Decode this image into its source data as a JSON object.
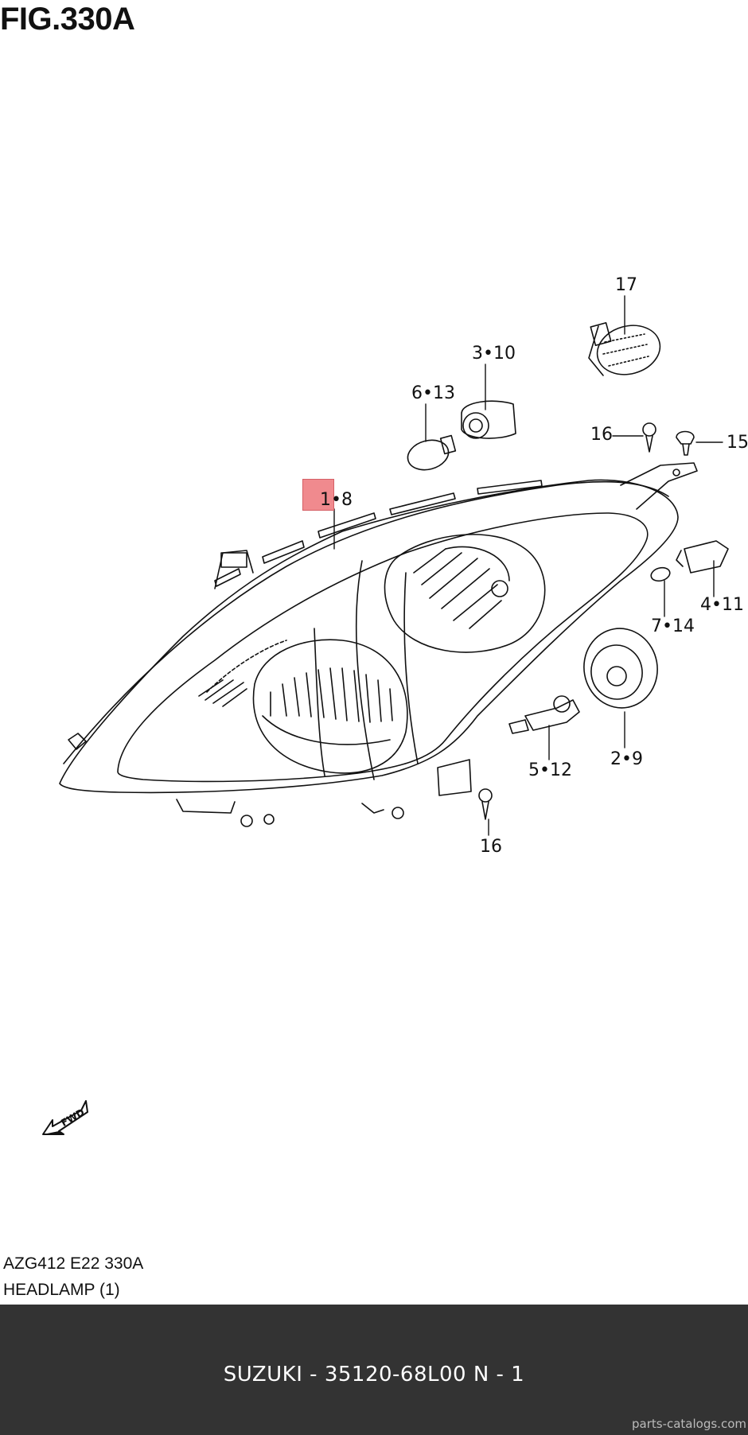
{
  "figure": {
    "title": "FIG.330A",
    "code": "AZG412 E22 330A",
    "name": "HEADLAMP (1)"
  },
  "callouts": [
    {
      "id": "17",
      "label": "17"
    },
    {
      "id": "3-10",
      "label": "3•10"
    },
    {
      "id": "6-13",
      "label": "6•13"
    },
    {
      "id": "16a",
      "label": "16"
    },
    {
      "id": "15",
      "label": "15"
    },
    {
      "id": "1-8",
      "label": "1•8"
    },
    {
      "id": "4-11",
      "label": "4•11"
    },
    {
      "id": "7-14",
      "label": "7•14"
    },
    {
      "id": "2-9",
      "label": "2•9"
    },
    {
      "id": "5-12",
      "label": "5•12"
    },
    {
      "id": "16b",
      "label": "16"
    }
  ],
  "selected_callout": "1•8",
  "direction_marker": "FWD",
  "footer": {
    "text": "SUZUKI - 35120-68L00    N - 1",
    "background": "#333333"
  },
  "watermark": "parts-catalogs.com",
  "highlight_color": "#f08a8e"
}
